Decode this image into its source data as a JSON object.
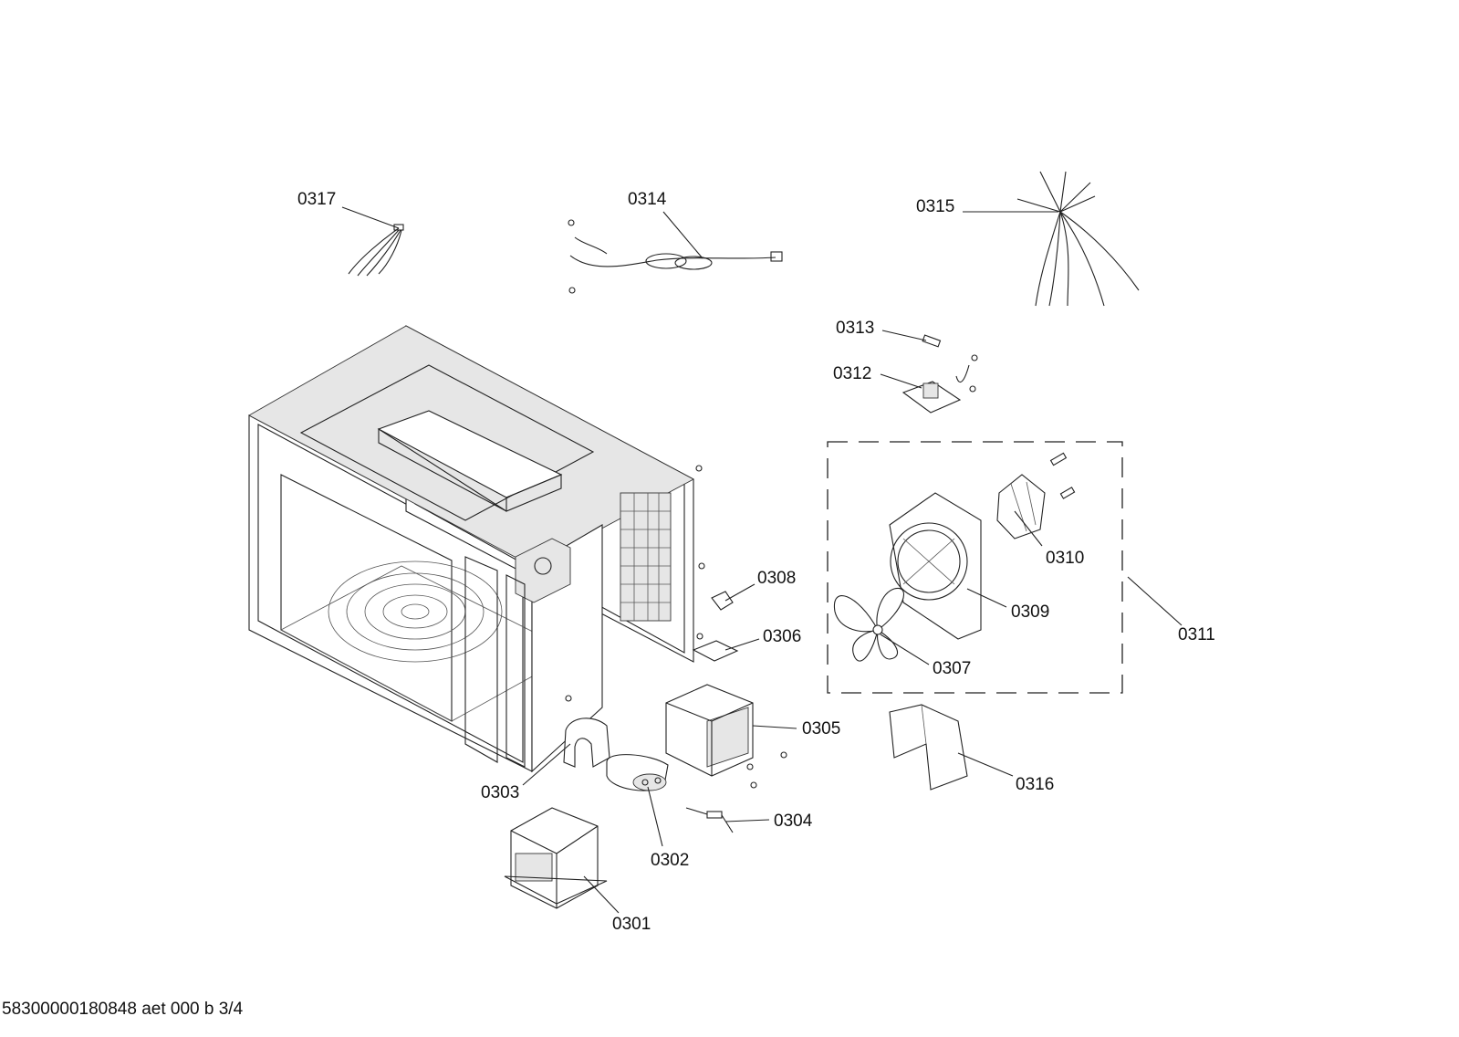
{
  "labels": {
    "p0301": "0301",
    "p0302": "0302",
    "p0303": "0303",
    "p0304": "0304",
    "p0305": "0305",
    "p0306": "0306",
    "p0307": "0307",
    "p0308": "0308",
    "p0309": "0309",
    "p0310": "0310",
    "p0311": "0311",
    "p0312": "0312",
    "p0313": "0313",
    "p0314": "0314",
    "p0315": "0315",
    "p0316": "0316",
    "p0317": "0317"
  },
  "footer": "58300000180848 aet 000 b 3/4"
}
